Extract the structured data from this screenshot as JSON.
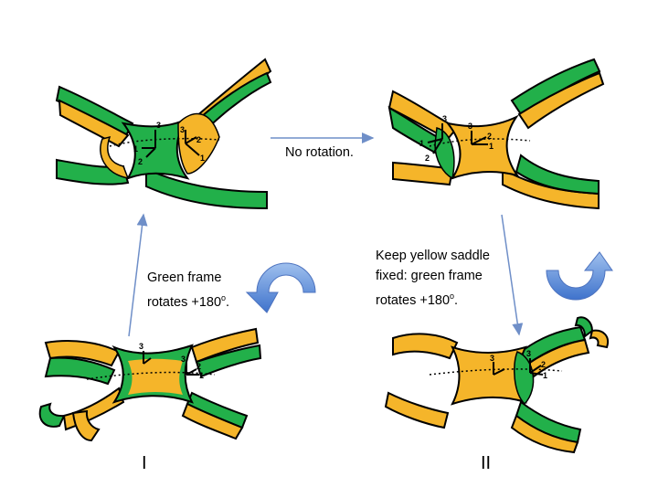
{
  "labels": {
    "no_rotation": "No rotation.",
    "green_frame_l1": "Green frame",
    "green_frame_l2_prefix": "rotates +180",
    "green_frame_l2_sup": "o",
    "green_frame_l2_suffix": ".",
    "keep_l1": "Keep yellow saddle",
    "keep_l2": "fixed: green frame",
    "keep_l3_prefix": "rotates +180",
    "keep_l3_sup": "o",
    "keep_l3_suffix": "."
  },
  "panel_labels": {
    "left": "I",
    "right": "II"
  },
  "axis_labels": {
    "one": "1",
    "two": "2",
    "three": "3"
  },
  "colors": {
    "green": "#22b04a",
    "yellow": "#f5b52a",
    "outline": "#000000",
    "arrow_line": "#6f8fc8",
    "rotation_arrow": "#5b87d3"
  },
  "icons": {
    "rotate_left": "counterclockwise-arrow",
    "rotate_right": "clockwise-arrow"
  }
}
